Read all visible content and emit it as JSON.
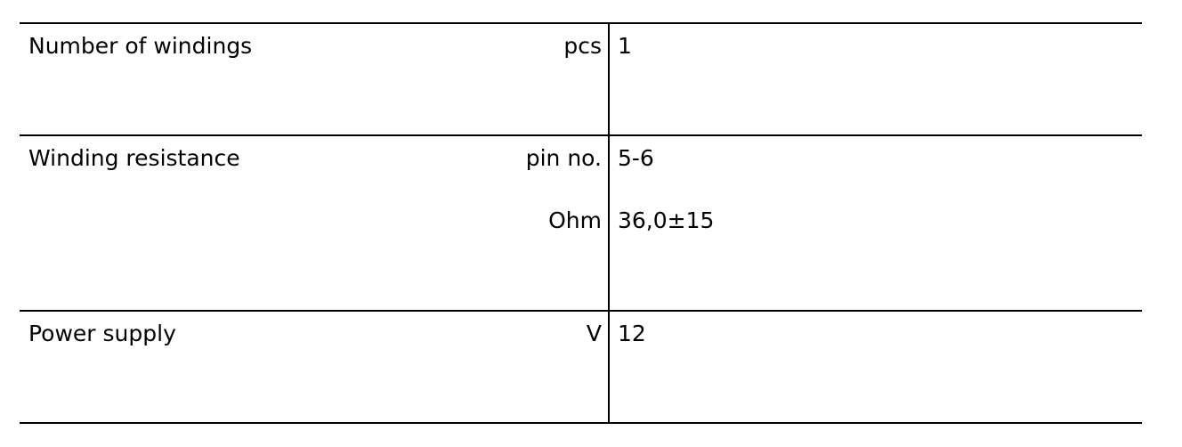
{
  "rows": [
    {
      "label": "Number of windings",
      "unit": "pcs",
      "value": "1"
    },
    {
      "label": "Winding resistance",
      "unit": "pin no.",
      "value": "5-6",
      "unit2": "Ohm",
      "value2": "36,0±15"
    },
    {
      "label": "Power supply",
      "unit": "V",
      "value": "12"
    }
  ]
}
